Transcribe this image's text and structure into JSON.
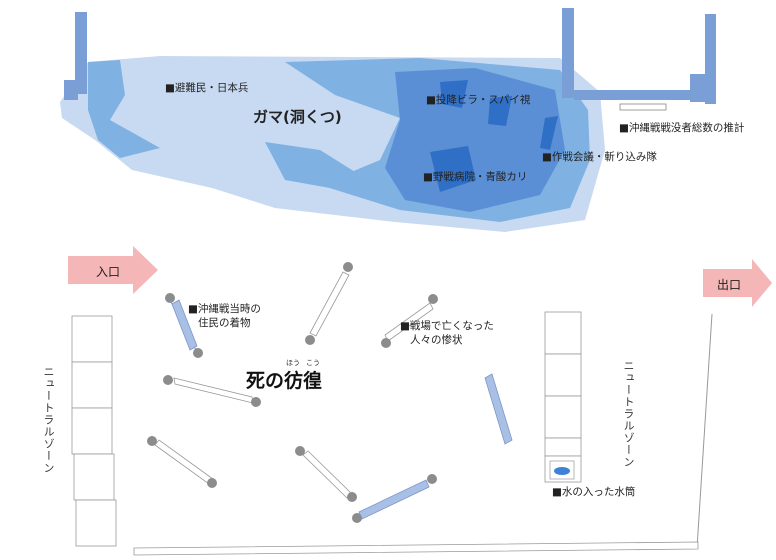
{
  "cave": {
    "title": "ガマ(洞くつ)",
    "labels": {
      "refugees": "■避難民・日本兵",
      "surrender": "■投降ビラ・スパイ視",
      "war_dead": "■沖縄戦戦没者総数の推計",
      "strategy": "■作戦会議・斬り込み隊",
      "hospital": "■野戦病院・青酸カリ"
    }
  },
  "floor": {
    "entrance": "入口",
    "exit": "出口",
    "title": "死の彷徨",
    "ruby_left": "ほう",
    "ruby_right": "こう",
    "neutral_left": "ニュートラルゾーン",
    "neutral_right": "ニュートラルゾーン",
    "labels": {
      "clothing_line1": "■沖縄戦当時の",
      "clothing_line2": "住民の着物",
      "battlefield_line1": "■戦場で亡くなった",
      "battlefield_line2": "人々の惨状",
      "canteen": "■水の入った水筒"
    }
  },
  "colors": {
    "cave_light": "#c8daf1",
    "cave_mid": "#7fb1e3",
    "cave_deep": "#5a8fd6",
    "cave_darkest": "#2f6fc6",
    "wall": "#7a9fd6",
    "panel_blue": "#a9c0e6",
    "post": "#8c8c8c",
    "arrow": "#f4b6b6"
  }
}
